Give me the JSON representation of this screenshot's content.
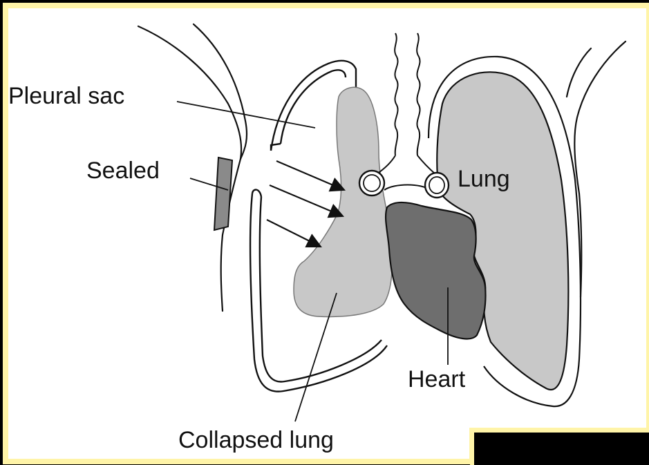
{
  "labels": {
    "pleural_sac": "Pleural sac",
    "sealed": "Sealed",
    "lung": "Lung",
    "heart": "Heart",
    "collapsed_lung": "Collapsed lung"
  },
  "colors": {
    "frame_background": "#000000",
    "border": "#FFF4A8",
    "paper": "#FFFFFF",
    "outline": "#111111",
    "lung_fill": "#C8C8C8",
    "heart_fill": "#6E6E6E",
    "seal_fill": "#8A8A8A"
  }
}
